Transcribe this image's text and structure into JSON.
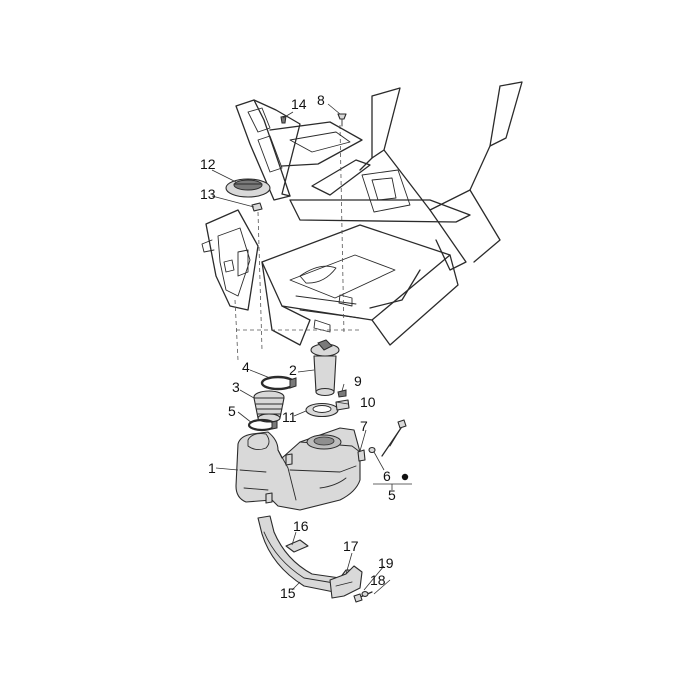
{
  "diagram": {
    "callouts": [
      {
        "id": "c14",
        "text": "14"
      },
      {
        "id": "c8",
        "text": "8"
      },
      {
        "id": "c12",
        "text": "12"
      },
      {
        "id": "c13",
        "text": "13"
      },
      {
        "id": "c4",
        "text": "4"
      },
      {
        "id": "c2",
        "text": "2"
      },
      {
        "id": "c9",
        "text": "9"
      },
      {
        "id": "c3",
        "text": "3"
      },
      {
        "id": "c10",
        "text": "10"
      },
      {
        "id": "c5a",
        "text": "5"
      },
      {
        "id": "c11",
        "text": "11"
      },
      {
        "id": "c7",
        "text": "7"
      },
      {
        "id": "c1",
        "text": "1"
      },
      {
        "id": "c6",
        "text": "6"
      },
      {
        "id": "c5b",
        "text": "5"
      },
      {
        "id": "c16",
        "text": "16"
      },
      {
        "id": "c17",
        "text": "17"
      },
      {
        "id": "c19",
        "text": "19"
      },
      {
        "id": "c18",
        "text": "18"
      },
      {
        "id": "c15",
        "text": "15"
      }
    ]
  }
}
